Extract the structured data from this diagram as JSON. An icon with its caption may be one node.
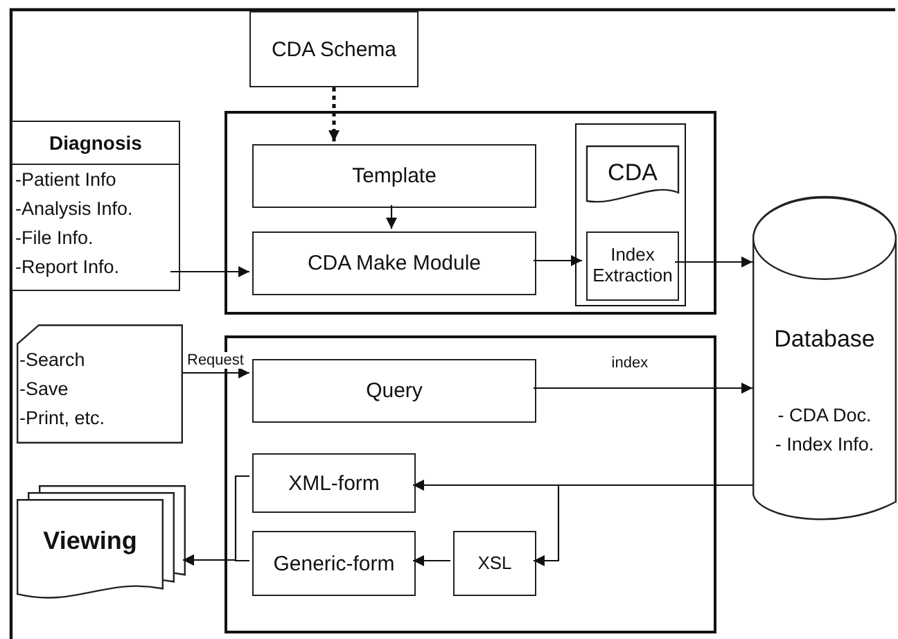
{
  "diagram": {
    "nodes": [
      {
        "text": [
          "CDA Schema"
        ]
      },
      {
        "text": [],
        "shape": "box"
      },
      {
        "text": [
          "Template"
        ],
        "in": 1
      },
      {
        "text": [
          "CDA Make Module"
        ],
        "in": 1
      },
      {
        "text": [],
        "shape": "box",
        "in": 1
      },
      {
        "text": [
          "CDA"
        ],
        "in": 4
      },
      {
        "text": [
          "Index Extraction"
        ],
        "in": 4
      },
      {
        "text": [
          "Diagnosis",
          "-Patient Info",
          "-Analysis Info.",
          "-File Info.",
          "-Report Info."
        ]
      },
      {
        "text": [
          "Database",
          "- CDA Doc.",
          "- Index Info."
        ]
      },
      {
        "text": [
          "-Search",
          "-Save",
          "-Print, etc."
        ]
      },
      {
        "text": [],
        "shape": "box"
      },
      {
        "text": [
          "Query"
        ],
        "in": 10
      },
      {
        "text": [
          "XML-form"
        ],
        "in": 10
      },
      {
        "text": [
          "Generic-form"
        ],
        "in": 10
      },
      {
        "text": [
          "XSL"
        ],
        "in": 10
      },
      {
        "text": [
          "Viewing"
        ]
      }
    ],
    "edges": [
      {
        "from": 0,
        "to": 2,
        "arrow": "to",
        "style": "dashed"
      },
      {
        "from": 2,
        "to": 3,
        "arrow": "to"
      },
      {
        "from": 7,
        "to": 3,
        "arrow": "to"
      },
      {
        "from": 3,
        "to": 6,
        "arrow": "to"
      },
      {
        "from": 6,
        "to": 8,
        "arrow": "to"
      },
      {
        "from": 9,
        "to": 11,
        "arrow": "to",
        "label": "Request"
      },
      {
        "from": 11,
        "to": 8,
        "arrow": "to",
        "label": "index"
      },
      {
        "from": 8,
        "to": 12,
        "arrow": "to"
      },
      {
        "from": 8,
        "to": 14,
        "arrow": "to"
      },
      {
        "from": 14,
        "to": 13,
        "arrow": "to"
      },
      {
        "from": 12,
        "to": 15,
        "arrow": "to"
      },
      {
        "from": 13,
        "to": 15,
        "arrow": "to"
      }
    ]
  }
}
